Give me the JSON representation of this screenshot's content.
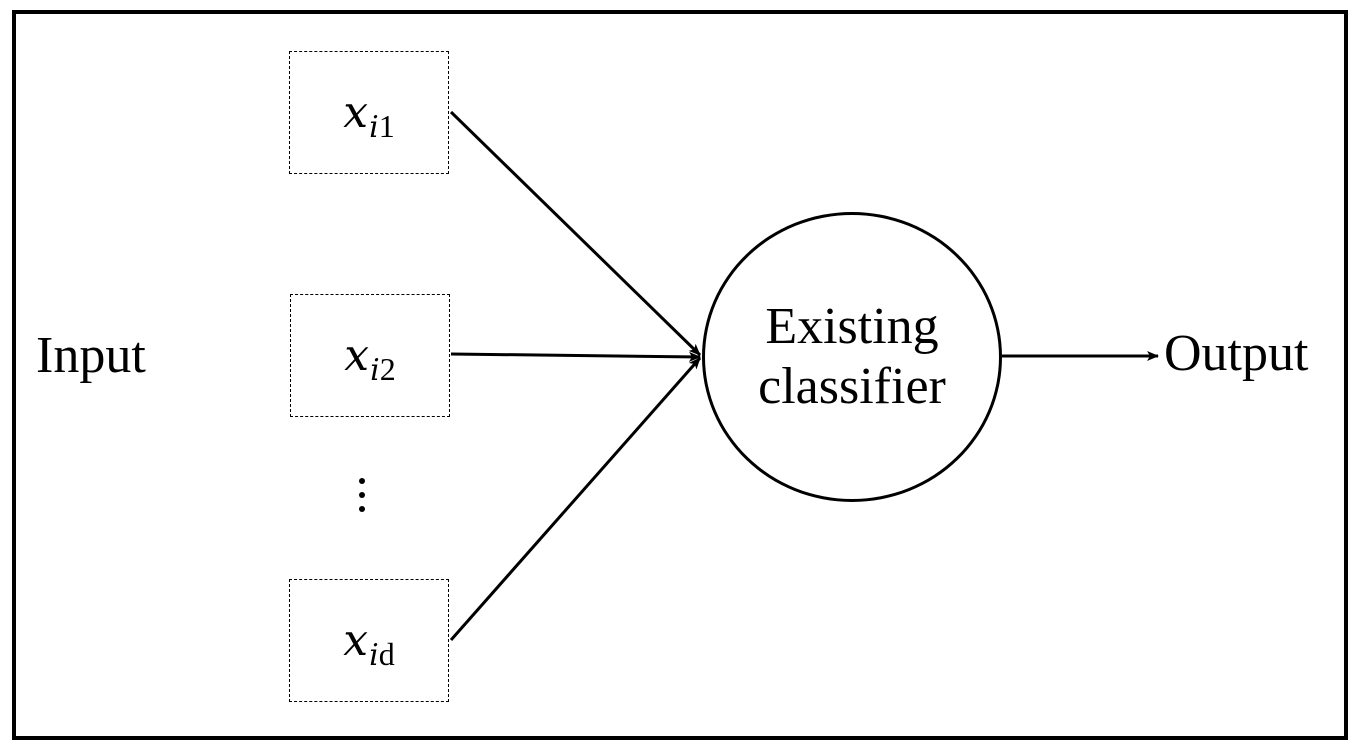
{
  "diagram": {
    "input_label": "Input",
    "output_label": "Output",
    "classifier": {
      "line1": "Existing",
      "line2": "classifier"
    },
    "features": [
      {
        "var": "x",
        "sub_italic": "i",
        "sub_upright": "1"
      },
      {
        "var": "x",
        "sub_italic": "i",
        "sub_upright": "2"
      },
      {
        "var": "x",
        "sub_italic": "i",
        "sub_upright": "d"
      }
    ],
    "colors": {
      "stroke": "#000000",
      "background": "#ffffff"
    }
  }
}
